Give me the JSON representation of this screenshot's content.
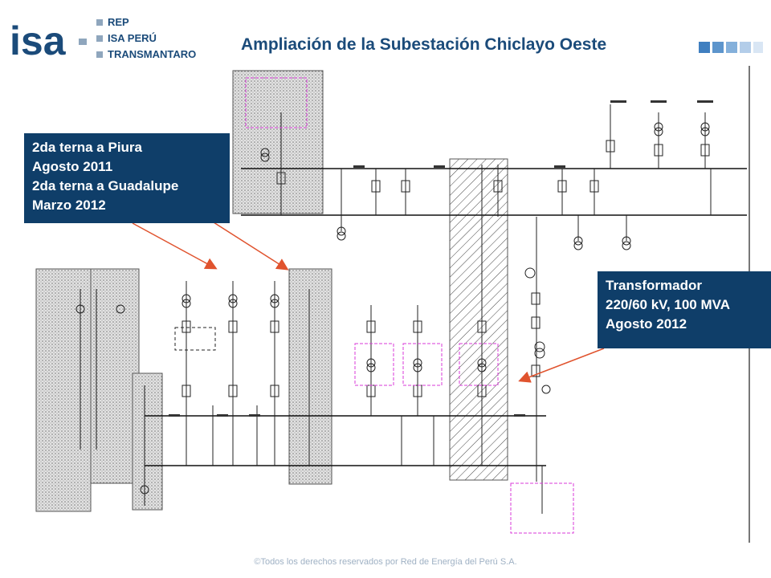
{
  "brand": {
    "logo_text": "isa",
    "items": [
      "REP",
      "ISA PERÚ",
      "TRANSMANTARO"
    ],
    "colors": {
      "primary": "#1b4b7a",
      "accent": "#8fa6bd",
      "callout_bg": "#0f3e69",
      "highlight": "#d83ad8",
      "arrow": "#e0532e"
    }
  },
  "title": "Ampliación de la Subestación Chiclayo Oeste",
  "callouts": {
    "left": [
      "2da terna a Piura",
      "Agosto 2011",
      "2da terna a Guadalupe",
      "Marzo 2012"
    ],
    "right": [
      "Transformador",
      "220/60 kV, 100 MVA",
      "Agosto 2012"
    ]
  },
  "footer": "©Todos los derechos reservados por Red de Energía del Perú S.A."
}
